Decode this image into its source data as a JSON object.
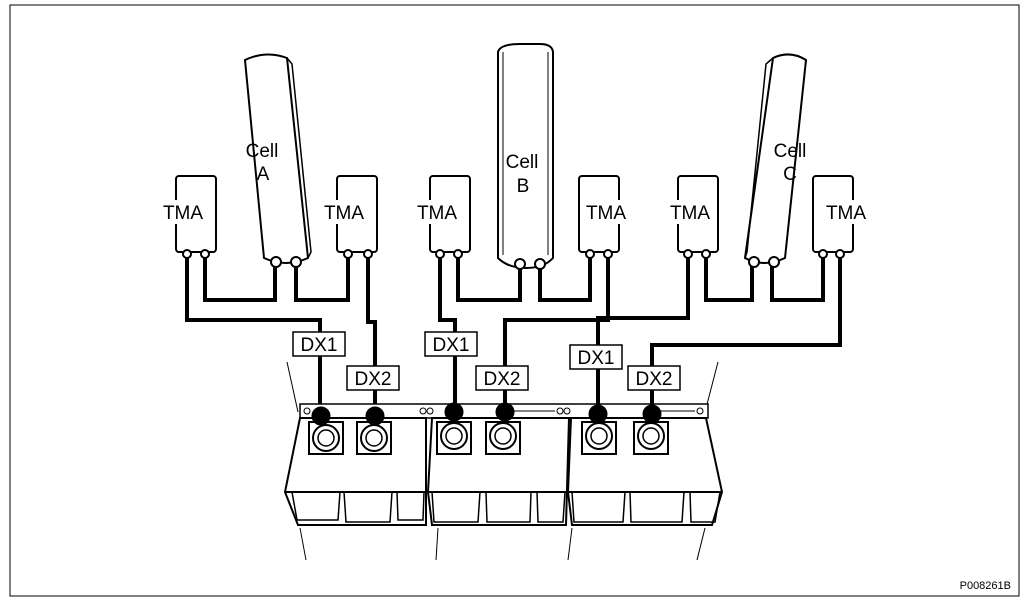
{
  "cells": [
    {
      "label_line1": "Cell",
      "label_line2": "A"
    },
    {
      "label_line1": "Cell",
      "label_line2": "B"
    },
    {
      "label_line1": "Cell",
      "label_line2": "C"
    }
  ],
  "tma_label": "TMA",
  "ports": {
    "dx1": "DX1",
    "dx2": "DX2"
  },
  "figure_id": "P008261B"
}
